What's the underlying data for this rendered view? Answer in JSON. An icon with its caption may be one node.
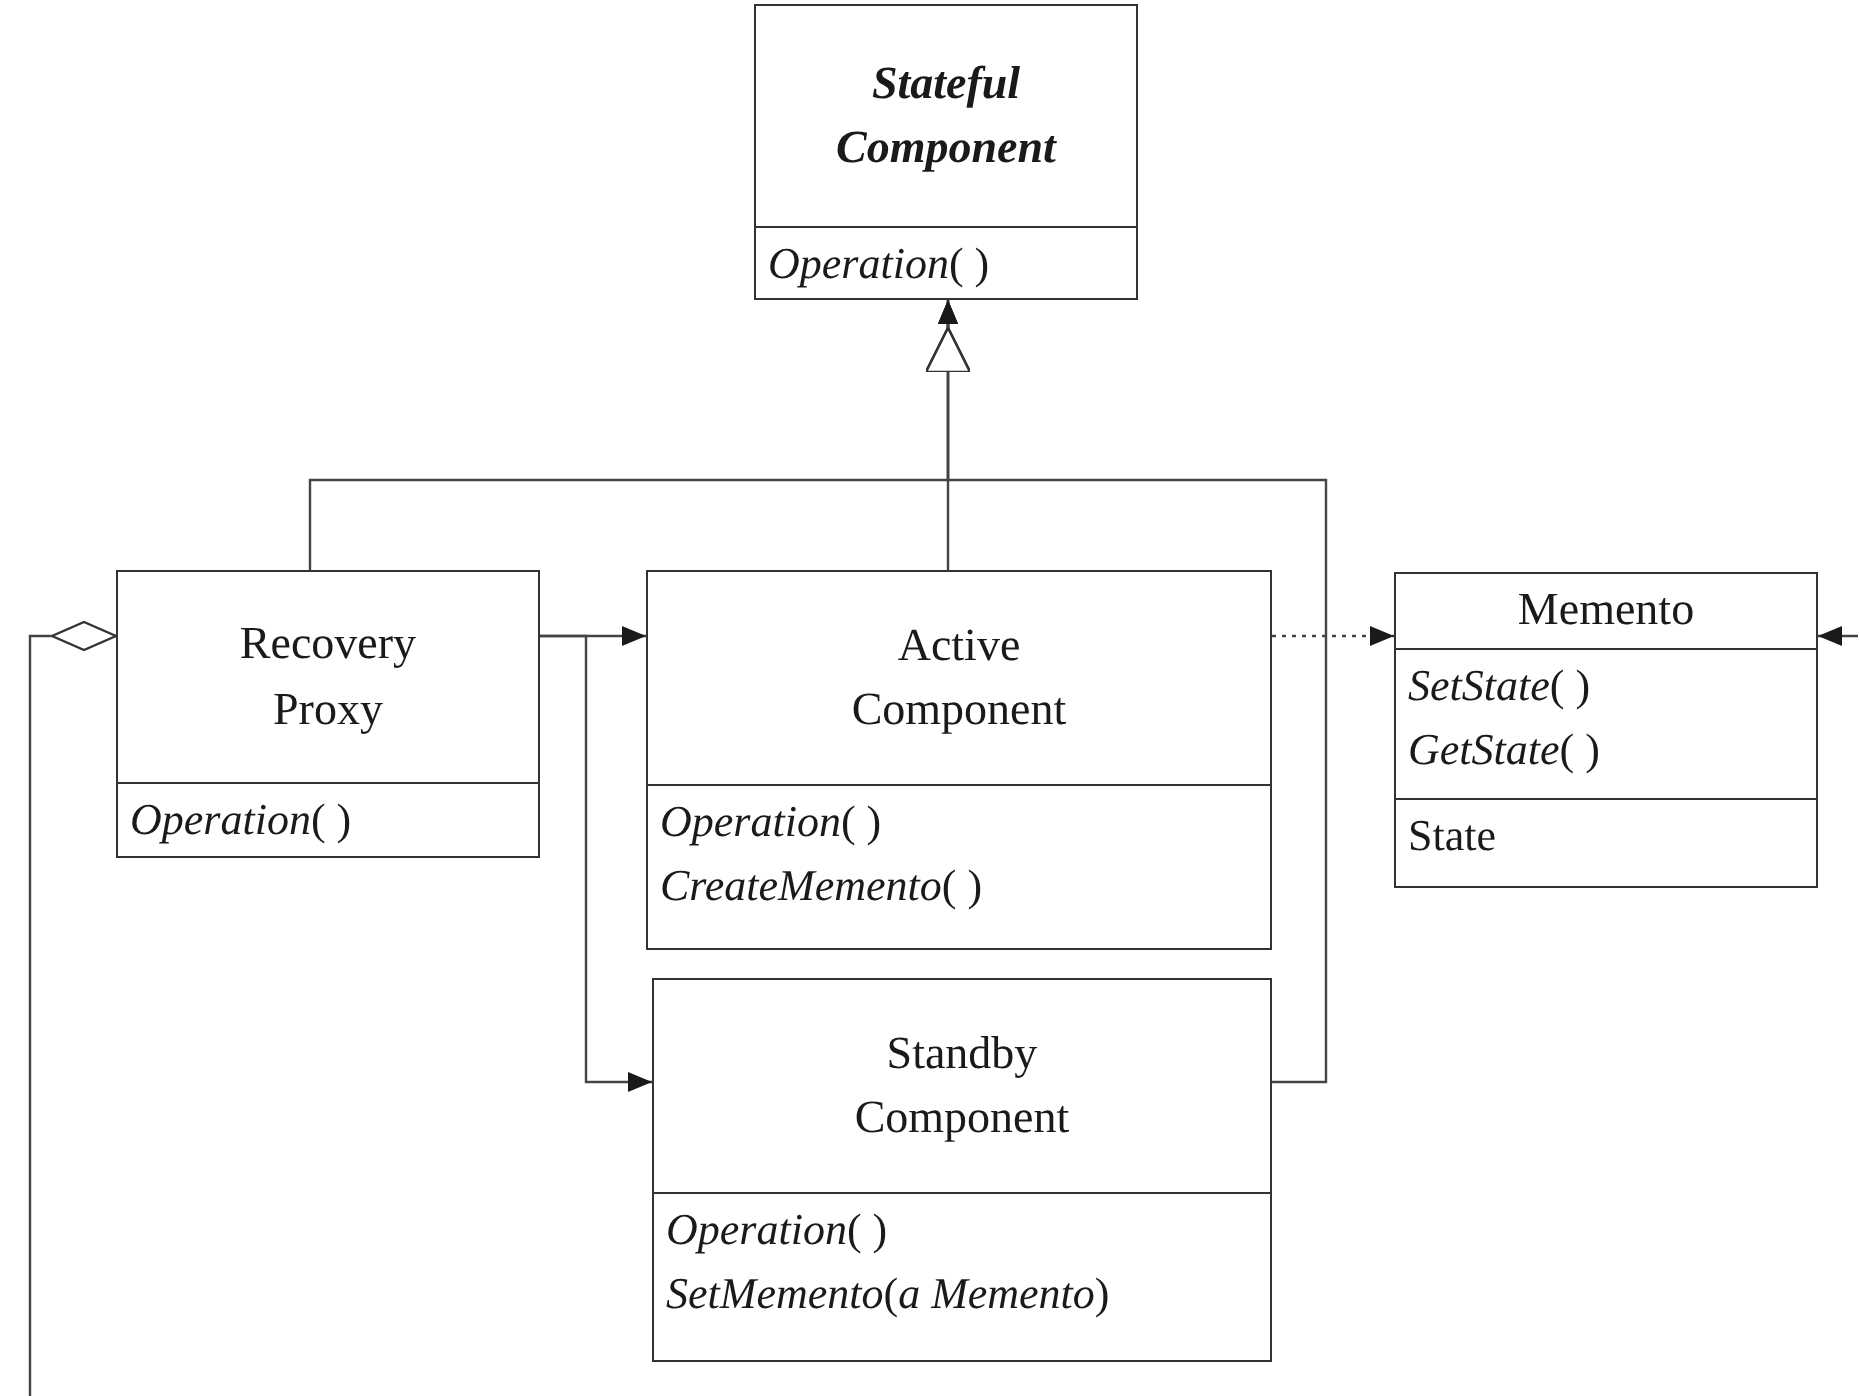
{
  "diagram": {
    "nodes": [
      {
        "text": [
          "Stateful Component",
          "*Operation*( )"
        ]
      },
      {
        "text": [
          "Recovery Proxy",
          "*Operation*( )"
        ]
      },
      {
        "text": [
          "Active Component",
          "*Operation*( )",
          "*CreateMemento*( )"
        ]
      },
      {
        "text": [
          "Standby Component",
          "*Operation*( )",
          "*SetMemento*(*a Memento*)"
        ]
      },
      {
        "text": [
          "Memento",
          "*SetState*( )",
          "*GetState*( )",
          "State"
        ]
      }
    ],
    "edges": [
      {
        "from": 1,
        "to": 0,
        "arrow": "to"
      },
      {
        "from": 2,
        "to": 0,
        "arrow": "to"
      },
      {
        "from": 3,
        "to": 0,
        "arrow": "to"
      },
      {
        "from": 1,
        "to": 2,
        "arrow": "to"
      },
      {
        "from": 1,
        "to": 3,
        "arrow": "to"
      },
      {
        "from": 2,
        "to": 4,
        "arrow": "to",
        "style": "dashed"
      },
      {
        "from": 1,
        "to": null,
        "arrow": "other"
      },
      {
        "from": null,
        "to": 4,
        "arrow": "to"
      }
    ]
  }
}
